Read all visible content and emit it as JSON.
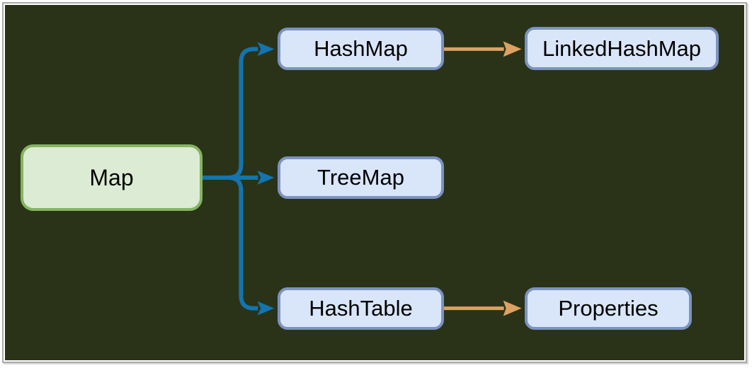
{
  "colors": {
    "background": "#2a3317",
    "frame_border": "#a9a9a9",
    "root_fill": "#dcebd3",
    "root_border": "#84b561",
    "child_fill": "#d9e5f8",
    "child_border": "#7b93c2",
    "edge_blue": "#1374b0",
    "edge_orange": "#dba263",
    "text": "#000000"
  },
  "nodes": [
    {
      "id": "map",
      "label": "Map",
      "type": "root"
    },
    {
      "id": "hashmap",
      "label": "HashMap",
      "type": "child"
    },
    {
      "id": "linkedhashmap",
      "label": "LinkedHashMap",
      "type": "child"
    },
    {
      "id": "treemap",
      "label": "TreeMap",
      "type": "child"
    },
    {
      "id": "hashtable",
      "label": "HashTable",
      "type": "child"
    },
    {
      "id": "properties",
      "label": "Properties",
      "type": "child"
    }
  ],
  "edges": [
    {
      "from": "Map",
      "to": "HashMap",
      "style": "blue"
    },
    {
      "from": "Map",
      "to": "TreeMap",
      "style": "blue"
    },
    {
      "from": "Map",
      "to": "HashTable",
      "style": "blue"
    },
    {
      "from": "HashMap",
      "to": "LinkedHashMap",
      "style": "orange"
    },
    {
      "from": "HashTable",
      "to": "Properties",
      "style": "orange"
    }
  ]
}
